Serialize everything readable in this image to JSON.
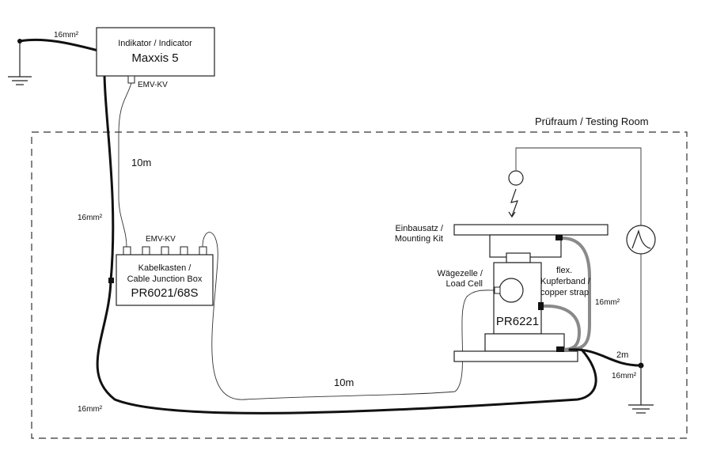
{
  "indicator": {
    "label": "Indikator / Indicator",
    "model": "Maxxis 5",
    "emv": "EMV-KV"
  },
  "testing_room": {
    "label": "Prüfraum / Testing Room"
  },
  "junction_box": {
    "emv": "EMV-KV",
    "label_de": "Kabelkasten /",
    "label_en": "Cable Junction Box",
    "model": "PR6021/68S"
  },
  "mounting_kit": {
    "label_de": "Einbausatz /",
    "label_en": "Mounting Kit"
  },
  "load_cell": {
    "label_de": "Wägezelle /",
    "label_en": "Load Cell",
    "model": "PR6221"
  },
  "copper_strap": {
    "line1": "flex.",
    "line2": "Kupferband /",
    "line3": "copper strap"
  },
  "cables": {
    "top_left": "16mm²",
    "left_mid": "16mm²",
    "bottom_left": "16mm²",
    "strap": "16mm²",
    "ground_right": "16mm²",
    "ground_right_len": "2m",
    "signal_top": "10m",
    "signal_bottom": "10m"
  }
}
